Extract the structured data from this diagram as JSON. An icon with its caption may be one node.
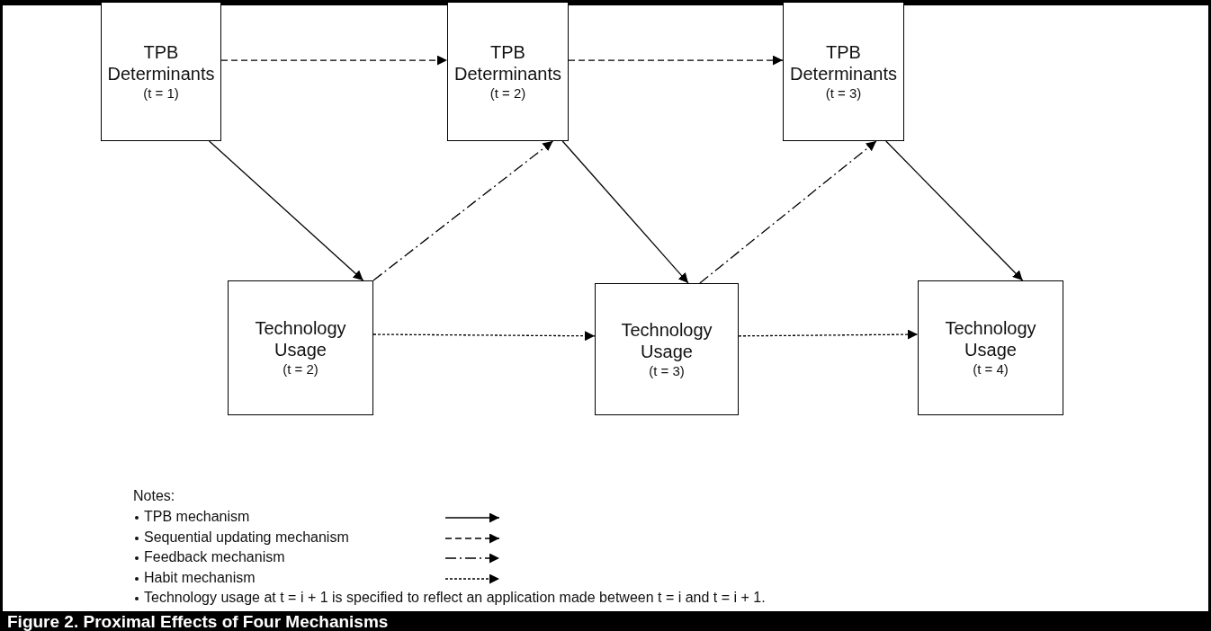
{
  "diagram": {
    "title": "Figure 2. Proximal Effects of Four Mechanisms",
    "nodes": [
      {
        "text": [
          "TPB Determinants",
          "(t = 1)"
        ]
      },
      {
        "text": [
          "TPB Determinants",
          "(t = 2)"
        ]
      },
      {
        "text": [
          "TPB Determinants",
          "(t = 3)"
        ]
      },
      {
        "text": [
          "Technology Usage",
          "(t = 2)"
        ]
      },
      {
        "text": [
          "Technology Usage",
          "(t = 3)"
        ]
      },
      {
        "text": [
          "Technology Usage",
          "(t = 4)"
        ]
      }
    ],
    "edges": [
      {
        "from": 0,
        "to": 1,
        "arrow": "to",
        "style": "dashed"
      },
      {
        "from": 1,
        "to": 2,
        "arrow": "to",
        "style": "dashed"
      },
      {
        "from": 0,
        "to": 3,
        "arrow": "to"
      },
      {
        "from": 3,
        "to": 1,
        "arrow": "to",
        "style": "dashed"
      },
      {
        "from": 1,
        "to": 4,
        "arrow": "to"
      },
      {
        "from": 4,
        "to": 2,
        "arrow": "to",
        "style": "dashed"
      },
      {
        "from": 2,
        "to": 5,
        "arrow": "to"
      },
      {
        "from": 3,
        "to": 4,
        "arrow": "to",
        "style": "dashed"
      },
      {
        "from": 4,
        "to": 5,
        "arrow": "to",
        "style": "dashed"
      }
    ],
    "labels": [
      "Notes:",
      "Technology usage at t = i + 1 is specified to reflect an application made between t = i and t = i + 1."
    ],
    "legend": [
      {
        "text": "TPB mechanism"
      },
      {
        "text": "Sequential updating mechanism"
      },
      {
        "text": "Feedback mechanism"
      },
      {
        "text": "Habit mechanism"
      }
    ]
  }
}
